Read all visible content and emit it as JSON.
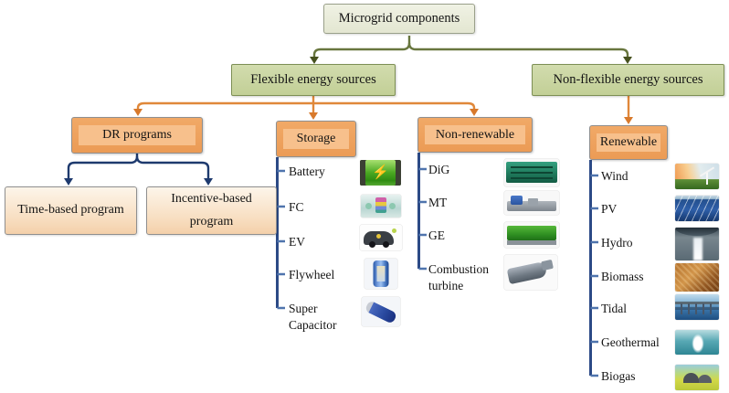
{
  "title_box": {
    "label": "Microgrid components"
  },
  "branches": {
    "flexible": {
      "label": "Flexible energy sources"
    },
    "non_flexible": {
      "label": "Non-flexible energy sources"
    }
  },
  "categories": {
    "dr": {
      "label": "DR programs",
      "children": [
        {
          "label": "Time-based program"
        },
        {
          "label": "Incentive-based program"
        }
      ]
    },
    "storage": {
      "label": "Storage",
      "items": [
        {
          "label": "Battery",
          "image": "battery-image"
        },
        {
          "label": "FC",
          "image": "fuel-cell-image"
        },
        {
          "label": "EV",
          "image": "electric-vehicle-image"
        },
        {
          "label": "Flywheel",
          "image": "flywheel-image"
        },
        {
          "label": "Super Capacitor",
          "image": "super-capacitor-image"
        }
      ]
    },
    "non_renewable": {
      "label": "Non-renewable",
      "items": [
        {
          "label": "DiG",
          "image": "diesel-generator-image"
        },
        {
          "label": "MT",
          "image": "micro-turbine-image"
        },
        {
          "label": "GE",
          "image": "gas-engine-image"
        },
        {
          "label": "Combustion turbine",
          "image": "combustion-turbine-image"
        }
      ]
    },
    "renewable": {
      "label": "Renewable",
      "items": [
        {
          "label": "Wind",
          "image": "wind-image"
        },
        {
          "label": "PV",
          "image": "solar-pv-image"
        },
        {
          "label": "Hydro",
          "image": "hydro-image"
        },
        {
          "label": "Biomass",
          "image": "biomass-image"
        },
        {
          "label": "Tidal",
          "image": "tidal-image"
        },
        {
          "label": "Geothermal",
          "image": "geothermal-image"
        },
        {
          "label": "Biogas",
          "image": "biogas-image"
        }
      ]
    }
  },
  "colors": {
    "root_box_fill": "#ebeedd",
    "level2_box_fill": "#c9d5a0",
    "level2_box_border": "#7d8f55",
    "category_box_outer": "#efa263",
    "category_box_inner": "#f7c08c",
    "leaf_box_fill": "#f8dfc2",
    "green_connector": "#68763e",
    "orange_connector": "#e0883a",
    "navy_connector": "#1e3a6e",
    "item_spine": "#2c4a86"
  }
}
